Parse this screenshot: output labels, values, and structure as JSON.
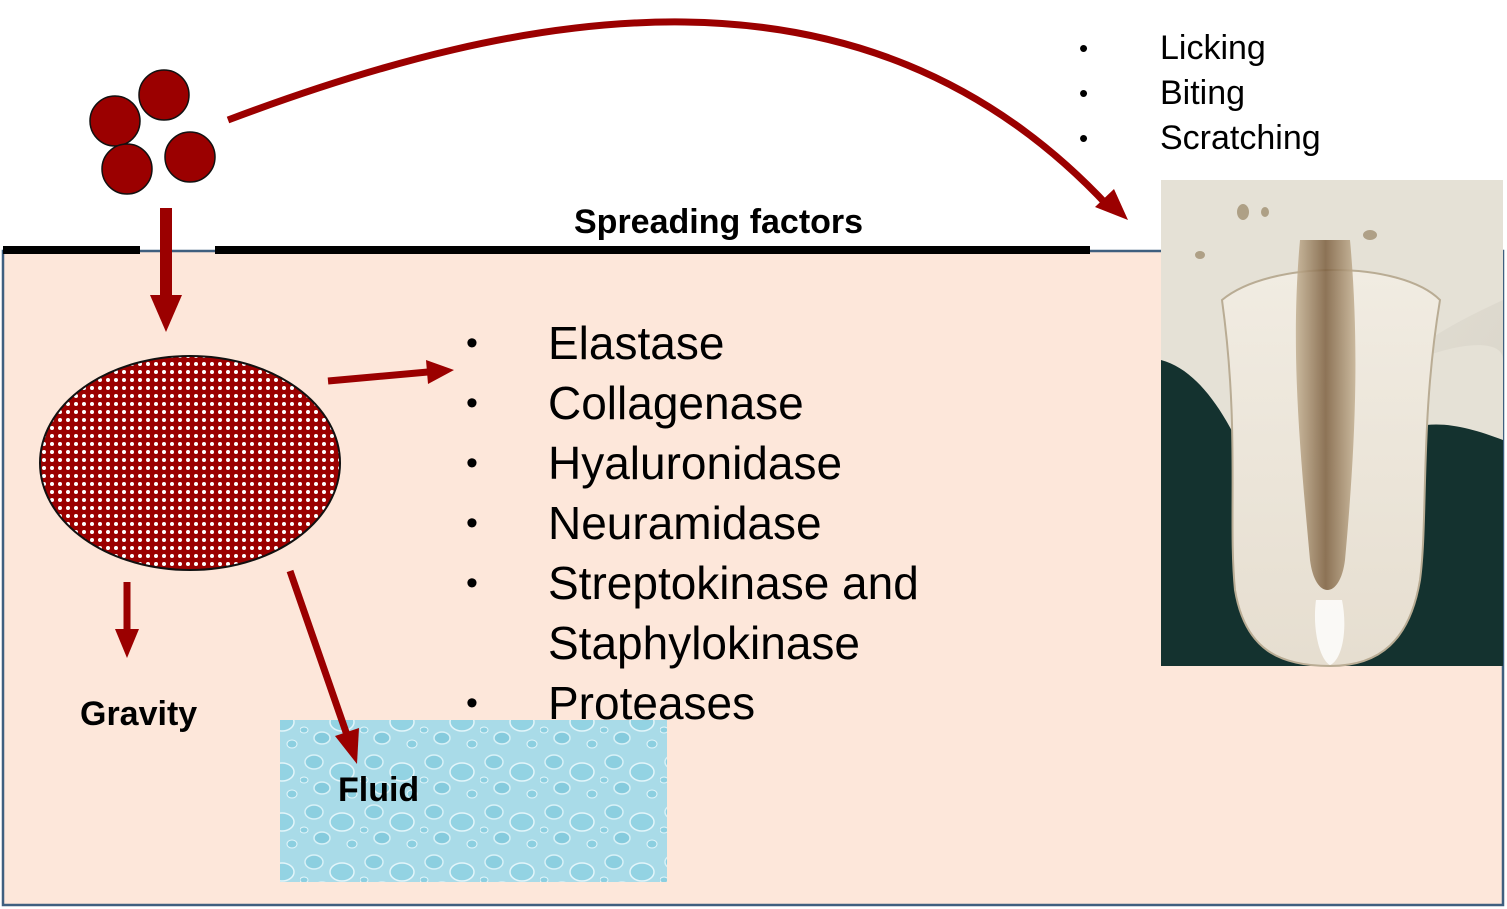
{
  "diagram": {
    "top_actions": [
      "Licking",
      "Biting",
      "Scratching"
    ],
    "spreading_label": "Spreading factors",
    "enzymes": [
      "Elastase",
      "Collagenase",
      "Hyaluronidase",
      "Neuramidase",
      "Streptokinase and",
      "Staphylokinase",
      "Proteases"
    ],
    "gravity_label": "Gravity",
    "fluid_label": "Fluid",
    "bullet_glyph": "•"
  },
  "colors": {
    "arrow": "#9b0000",
    "tissue": "#fde7da",
    "tissue_border": "#3f5f7f",
    "skin_line": "#000000",
    "water": "#a9dbe8"
  }
}
